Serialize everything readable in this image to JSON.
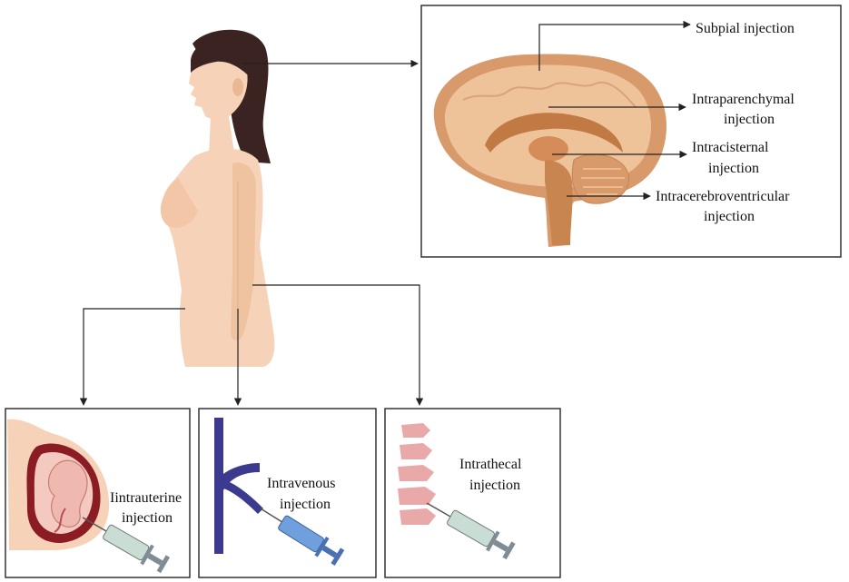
{
  "brain_panel": {
    "labels": {
      "subpial": "Subpial injection",
      "intraparenchymal_1": "Intraparenchymal",
      "intraparenchymal_2": "injection",
      "intracisternal_1": "Intracisternal",
      "intracisternal_2": "injection",
      "icv_1": "Intracerebroventricular",
      "icv_2": "injection"
    }
  },
  "uterus_panel": {
    "label_1": "Iintrauterine",
    "label_2": "injection"
  },
  "vein_panel": {
    "label_1": "Intravenous",
    "label_2": "injection"
  },
  "spine_panel": {
    "label_1": "Intrathecal",
    "label_2": "injection"
  },
  "colors": {
    "skin": "#f6d3b8",
    "skin_shade": "#e9b995",
    "hair": "#3a2320",
    "brain_outer": "#d89a6a",
    "brain_inner": "#efc39a",
    "brain_dark": "#c27a45",
    "uterus": "#8b1c24",
    "vein": "#3b3a8f",
    "vertebra": "#e9a9a9",
    "syringe_body": "#c9ddd5",
    "syringe_plunger": "#7f8b95",
    "syringe_blue": "#6f9fdc"
  }
}
